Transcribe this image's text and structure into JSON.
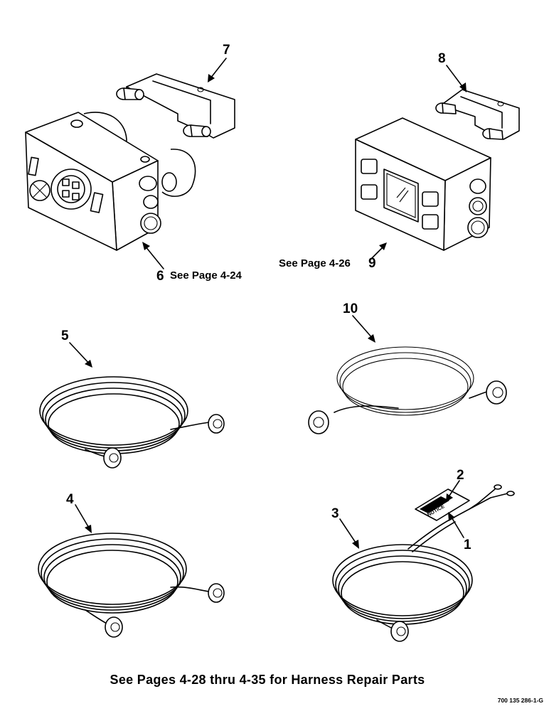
{
  "callouts": {
    "c1": "1",
    "c2": "2",
    "c3": "3",
    "c4": "4",
    "c5": "5",
    "c6": "6",
    "c7": "7",
    "c8": "8",
    "c9": "9",
    "c10": "10"
  },
  "refs": {
    "ref6": "See Page 4-24",
    "ref9": "See Page 4-26"
  },
  "tag_text": "NOTICE",
  "footer": "See Pages 4-28 thru 4-35 for Harness Repair Parts",
  "drawing_code": "700 135 286-1-G"
}
